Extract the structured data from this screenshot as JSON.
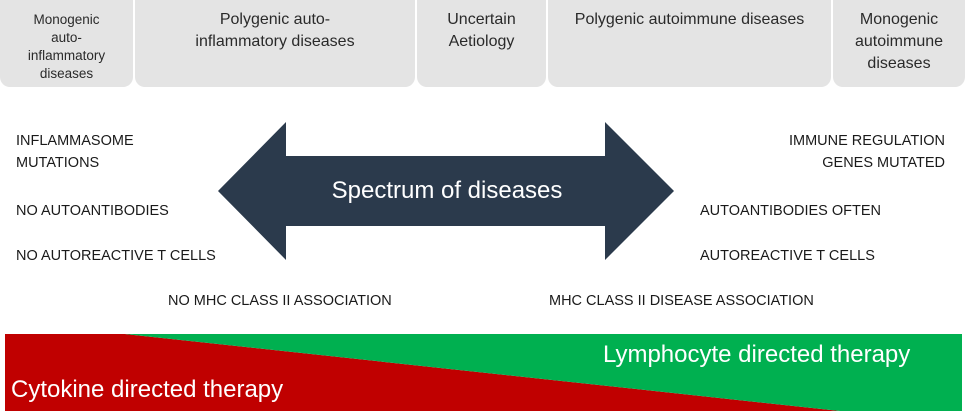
{
  "categories": {
    "monogenic_autoinflammatory": "Monogenic auto-inflammatory diseases",
    "polygenic_autoinflammatory": "Polygenic auto-inflammatory diseases",
    "uncertain_aetiology": "Uncertain Aetiology",
    "polygenic_autoimmune": "Polygenic autoimmune diseases",
    "monogenic_autoimmune": "Monogenic autoimmune diseases"
  },
  "left_features": {
    "inflammasome": "INFLAMMASOME MUTATIONS",
    "no_autoantibodies": "NO AUTOANTIBODIES",
    "no_autoreactive": "NO AUTOREACTIVE T CELLS",
    "no_mhc": "NO MHC CLASS II ASSOCIATION"
  },
  "right_features": {
    "immune_regulation": "IMMUNE REGULATION GENES MUTATED",
    "autoantibodies": "AUTOANTIBODIES OFTEN",
    "autoreactive": "AUTOREACTIVE T CELLS",
    "mhc": "MHC CLASS II DISEASE ASSOCIATION"
  },
  "arrow_label": "Spectrum of diseases",
  "therapy": {
    "lymphocyte": "Lymphocyte directed therapy",
    "cytokine": "Cytokine directed therapy"
  },
  "colors": {
    "category_bg": "#e4e4e4",
    "arrow": "#2b3a4c",
    "cytokine_red": "#c00000",
    "lymphocyte_green": "#00b050"
  }
}
